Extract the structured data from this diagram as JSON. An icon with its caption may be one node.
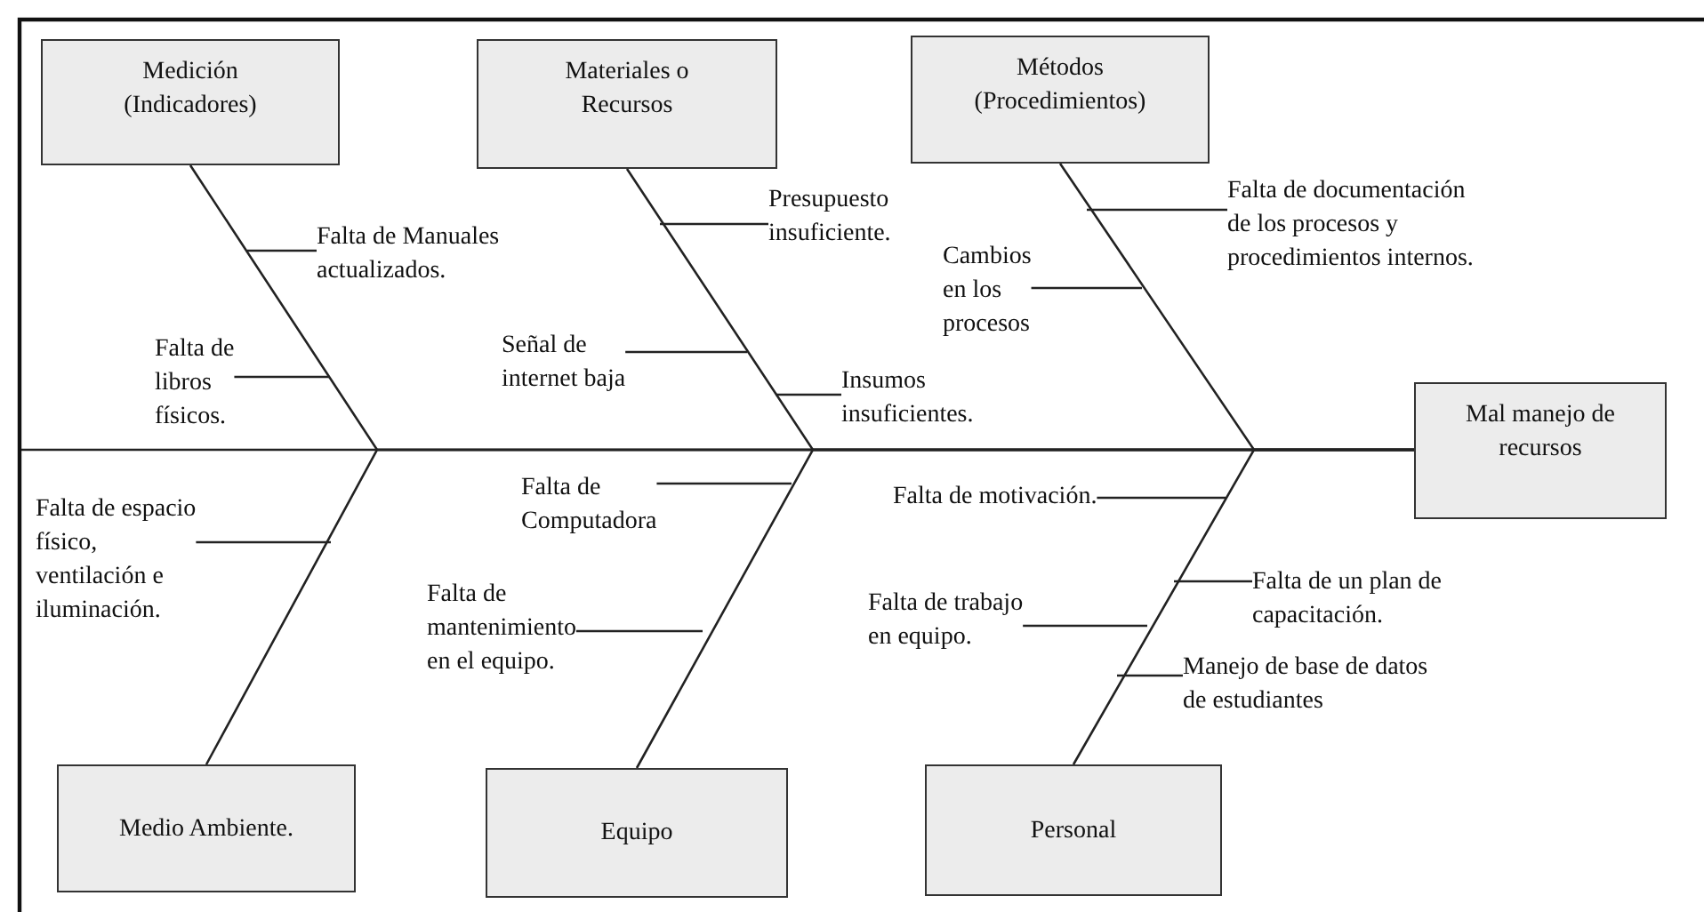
{
  "diagram": {
    "nodes": [
      {
        "text": [
          "Medición (Indicadores)"
        ]
      },
      {
        "text": [
          "Materiales o Recursos"
        ]
      },
      {
        "text": [
          "Métodos (Procedimientos)"
        ]
      },
      {
        "text": [
          "Presupuesto insuficiente."
        ]
      },
      {
        "text": [
          "Falta de documentación de los procesos y procedimientos internos."
        ]
      },
      {
        "text": [
          "Falta de Manuales actualizados."
        ]
      },
      {
        "text": [
          "Cambios en los procesos"
        ]
      },
      {
        "text": [
          "Señal de internet baja"
        ]
      },
      {
        "text": [
          "Falta de libros físicos."
        ]
      },
      {
        "text": [
          "Insumos insuficientes."
        ]
      },
      {
        "text": [
          "Mal manejo de recursos"
        ]
      },
      {
        "text": [
          "Falta de espacio físico, ventilación e iluminación."
        ]
      },
      {
        "text": [
          "Falta de Computadora"
        ]
      },
      {
        "text": [
          "Falta de motivación."
        ]
      },
      {
        "text": [
          "Falta de un plan de capacitación."
        ]
      },
      {
        "text": [
          "Falta de mantenimiento en el equipo."
        ]
      },
      {
        "text": [
          "Falta de trabajo en equipo."
        ]
      },
      {
        "text": [
          "Manejo de base de datos de estudiantes"
        ]
      },
      {
        "text": [
          "Medio Ambiente."
        ]
      },
      {
        "text": [
          "Equipo"
        ]
      },
      {
        "text": [
          "Personal"
        ]
      }
    ],
    "edges": [
      {
        "from": 0,
        "to": 10,
        "arrow": "none"
      },
      {
        "from": 1,
        "to": 10,
        "arrow": "none"
      },
      {
        "from": 2,
        "to": 10,
        "arrow": "none"
      },
      {
        "from": 18,
        "to": 10,
        "arrow": "none"
      },
      {
        "from": 19,
        "to": 10,
        "arrow": "none"
      },
      {
        "from": 20,
        "to": 10,
        "arrow": "none"
      },
      {
        "from": 3,
        "to": null,
        "arrow": "none"
      },
      {
        "from": 4,
        "to": null,
        "arrow": "none"
      },
      {
        "from": 5,
        "to": null,
        "arrow": "none"
      },
      {
        "from": 6,
        "to": null,
        "arrow": "none"
      },
      {
        "from": 7,
        "to": null,
        "arrow": "none"
      },
      {
        "from": 8,
        "to": null,
        "arrow": "none"
      },
      {
        "from": 9,
        "to": null,
        "arrow": "none"
      },
      {
        "from": 11,
        "to": null,
        "arrow": "none"
      },
      {
        "from": 12,
        "to": null,
        "arrow": "none"
      },
      {
        "from": 13,
        "to": null,
        "arrow": "none"
      },
      {
        "from": 14,
        "to": null,
        "arrow": "none"
      },
      {
        "from": 15,
        "to": null,
        "arrow": "none"
      },
      {
        "from": 16,
        "to": null,
        "arrow": "none"
      },
      {
        "from": 17,
        "to": null,
        "arrow": "none"
      },
      {
        "from": null,
        "to": 10,
        "arrow": "none"
      }
    ]
  }
}
